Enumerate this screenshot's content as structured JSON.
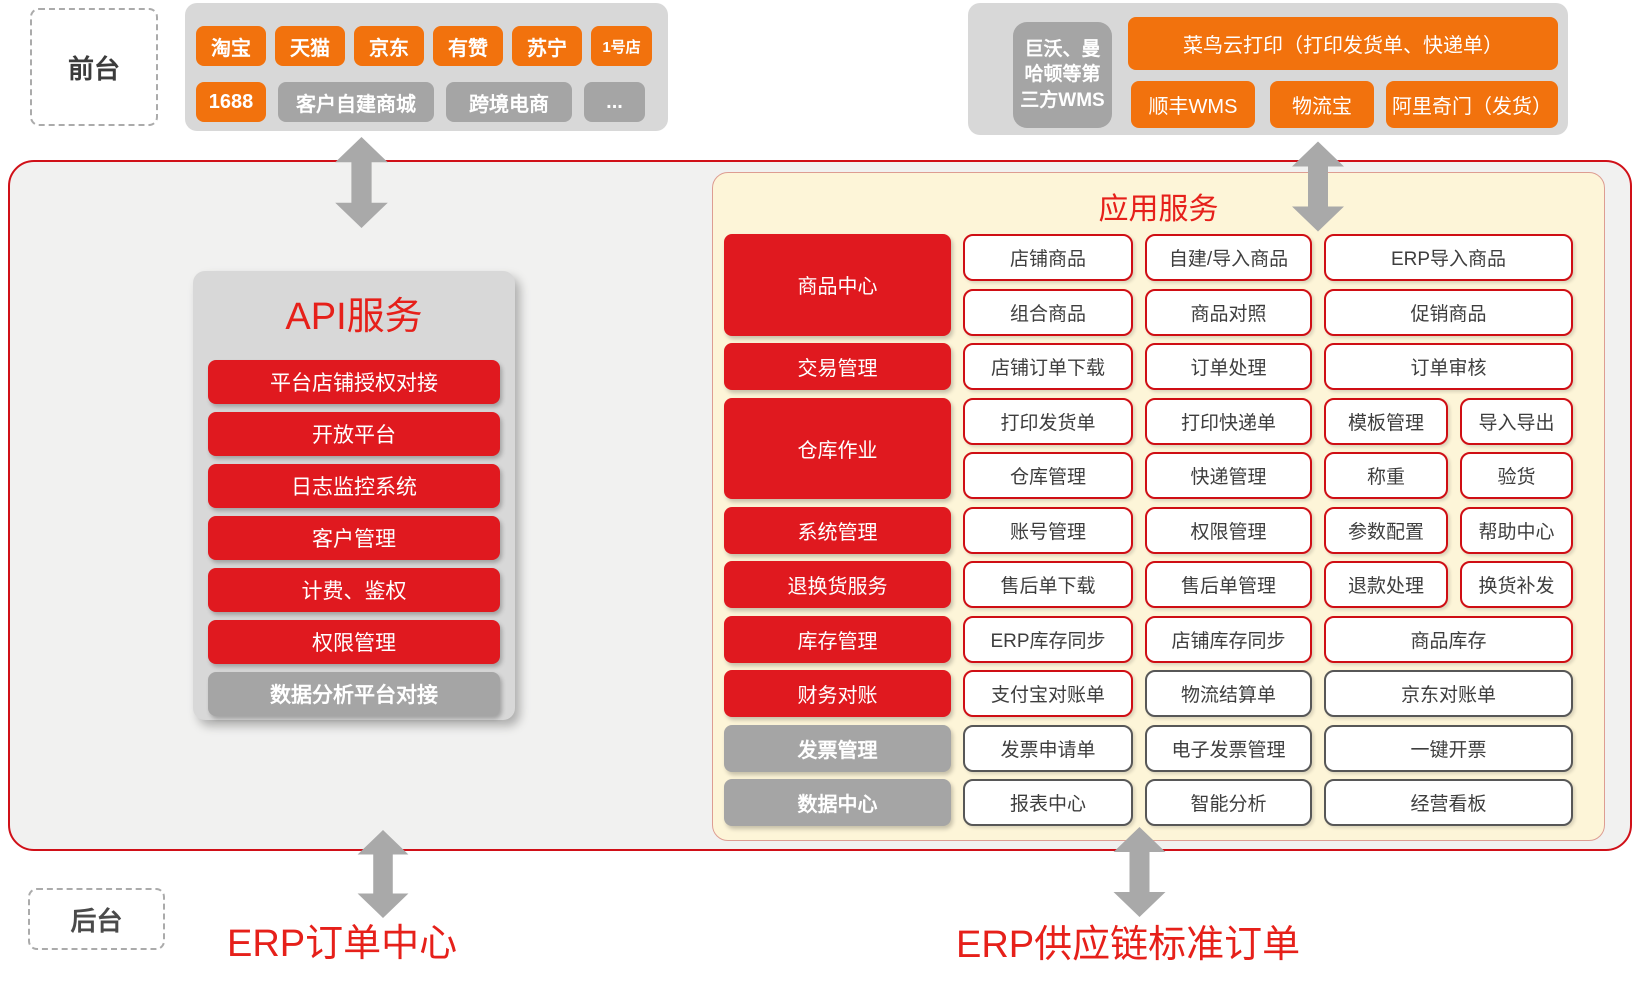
{
  "front_panel": {
    "label": "前台"
  },
  "back_panel": {
    "label": "后台"
  },
  "channels": {
    "row1": [
      "淘宝",
      "天猫",
      "京东",
      "有赞",
      "苏宁",
      "1号店"
    ],
    "row2": [
      "1688",
      "客户自建商城",
      "跨境电商",
      "..."
    ]
  },
  "wms": {
    "third_party": "巨沃、曼哈顿等第三方WMS",
    "cainiao": "菜鸟云打印（打印发货单、快递单）",
    "row": [
      "顺丰WMS",
      "物流宝",
      "阿里奇门（发货）"
    ]
  },
  "api_service": {
    "title": "API服务",
    "items": [
      "平台店铺授权对接",
      "开放平台",
      "日志监控系统",
      "客户管理",
      "计费、鉴权",
      "权限管理",
      "数据分析平台对接"
    ]
  },
  "app_service": {
    "title": "应用服务",
    "rows": [
      {
        "label": "商品中心",
        "cells": [
          "店铺商品",
          "自建/导入商品",
          "ERP导入商品"
        ]
      },
      {
        "cells": [
          "组合商品",
          "商品对照",
          "促销商品"
        ]
      },
      {
        "label": "交易管理",
        "cells": [
          "店铺订单下载",
          "订单处理",
          "订单审核"
        ]
      },
      {
        "label": "仓库作业",
        "cells": [
          "打印发货单",
          "打印快递单",
          "模板管理",
          "导入导出"
        ]
      },
      {
        "cells": [
          "仓库管理",
          "快递管理",
          "称重",
          "验货"
        ]
      },
      {
        "label": "系统管理",
        "cells": [
          "账号管理",
          "权限管理",
          "参数配置",
          "帮助中心"
        ]
      },
      {
        "label": "退换货服务",
        "cells": [
          "售后单下载",
          "售后单管理",
          "退款处理",
          "换货补发"
        ]
      },
      {
        "label": "库存管理",
        "cells": [
          "ERP库存同步",
          "店铺库存同步",
          "商品库存"
        ]
      },
      {
        "label": "财务对账",
        "cells": [
          "支付宝对账单",
          "物流结算单",
          "京东对账单"
        ]
      },
      {
        "label": "发票管理",
        "cells": [
          "发票申请单",
          "电子发票管理",
          "一键开票"
        ]
      },
      {
        "label": "数据中心",
        "cells": [
          "报表中心",
          "智能分析",
          "经营看板"
        ]
      }
    ]
  },
  "bottom": {
    "erp_order_center": "ERP订单中心",
    "erp_supply_chain": "ERP供应链标准订单"
  },
  "colors": {
    "orange": "#f2720d",
    "red_fill": "#e0191f",
    "red_border": "#cf0e14",
    "red_text": "#e6201a",
    "gray_button": "#a5a5a5",
    "panel_gray": "#d8d8d8",
    "dark_border": "#575757",
    "arrow_gray": "#a9a9a9",
    "cream_bg": "#fdf5d8"
  }
}
